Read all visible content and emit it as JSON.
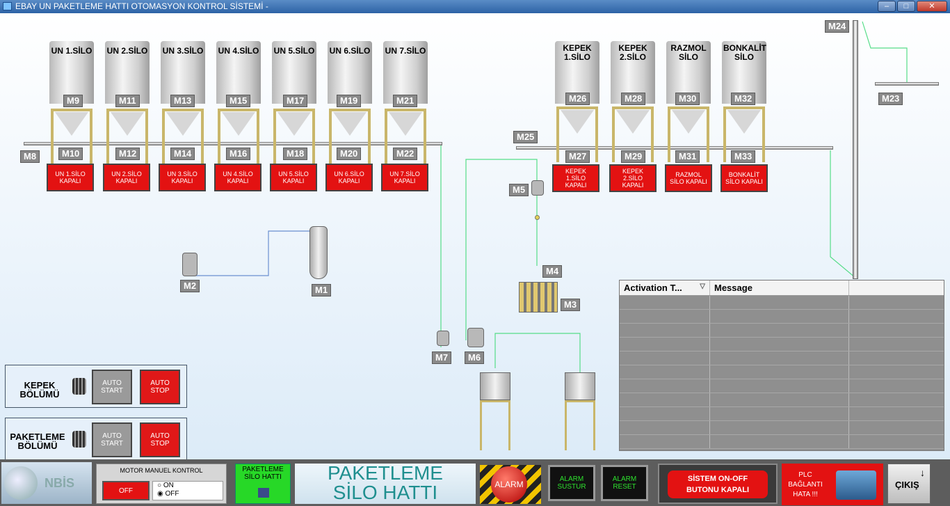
{
  "window": {
    "title": "EBAY UN PAKETLEME HATTI OTOMASYON KONTROL SİSTEMİ -"
  },
  "silos": [
    {
      "name": "UN 1.SİLO",
      "top_motor": "M9",
      "bottom_motor": "M10",
      "status": "UN 1.SİLO KAPALI"
    },
    {
      "name": "UN 2.SİLO",
      "top_motor": "M11",
      "bottom_motor": "M12",
      "status": "UN 2.SİLO KAPALI"
    },
    {
      "name": "UN 3.SİLO",
      "top_motor": "M13",
      "bottom_motor": "M14",
      "status": "UN 3.SİLO KAPALI"
    },
    {
      "name": "UN 4.SİLO",
      "top_motor": "M15",
      "bottom_motor": "M16",
      "status": "UN 4.SİLO KAPALI"
    },
    {
      "name": "UN 5.SİLO",
      "top_motor": "M17",
      "bottom_motor": "M18",
      "status": "UN 5.SİLO KAPALI"
    },
    {
      "name": "UN 6.SİLO",
      "top_motor": "M19",
      "bottom_motor": "M20",
      "status": "UN 6.SİLO KAPALI"
    },
    {
      "name": "UN 7.SİLO",
      "top_motor": "M21",
      "bottom_motor": "M22",
      "status": "UN 7.SİLO KAPALI"
    },
    {
      "name": "KEPEK 1.SİLO",
      "top_motor": "M26",
      "bottom_motor": "M27",
      "status": "KEPEK 1.SİLO KAPALI"
    },
    {
      "name": "KEPEK 2.SİLO",
      "top_motor": "M28",
      "bottom_motor": "M29",
      "status": "KEPEK 2.SİLO KAPALI"
    },
    {
      "name": "RAZMOL SİLO",
      "top_motor": "M30",
      "bottom_motor": "M31",
      "status": "RAZMOL SİLO KAPALI"
    },
    {
      "name": "BONKALİT SİLO",
      "top_motor": "M32",
      "bottom_motor": "M33",
      "status": "BONKALİT SİLO KAPALI"
    }
  ],
  "motors": {
    "m1": "M1",
    "m2": "M2",
    "m3": "M3",
    "m4": "M4",
    "m5": "M5",
    "m6": "M6",
    "m7": "M7",
    "m8": "M8",
    "m23": "M23",
    "m24": "M24",
    "m25": "M25"
  },
  "alarm_table": {
    "columns": [
      "Activation T...",
      "Message",
      ""
    ],
    "sort_icon": "triangle-down-icon",
    "row_count": 11
  },
  "kepek_panel": {
    "label": "KEPEK BÖLÜMÜ",
    "start": "AUTO START",
    "stop": "AUTO STOP"
  },
  "paketleme_panel": {
    "label": "PAKETLEME BÖLÜMÜ",
    "start": "AUTO START",
    "stop": "AUTO STOP"
  },
  "bottom_bar": {
    "logo": "NBİS",
    "motor_manuel_title": "MOTOR MANUEL KONTROL",
    "off_button": "OFF",
    "radio_on": "ON",
    "radio_off": "OFF",
    "selected_mode": "OFF",
    "paketleme_silo_btn": "PAKETLEME SİLO HATTI",
    "center_title_1": "PAKETLEME",
    "center_title_2": "SİLO HATTI",
    "alarm": "ALARM",
    "alarm_sustur": "ALARM SUSTUR",
    "alarm_reset": "ALARM RESET",
    "system_btn": "SİSTEM ON-OFF BUTONU KAPALI",
    "plc_error": "PLC BAĞLANTI HATA !!!",
    "exit": "ÇIKIŞ"
  },
  "colors": {
    "status_red": "#e31212",
    "green_btn": "#27d827",
    "title_teal": "#1f8f8f"
  }
}
